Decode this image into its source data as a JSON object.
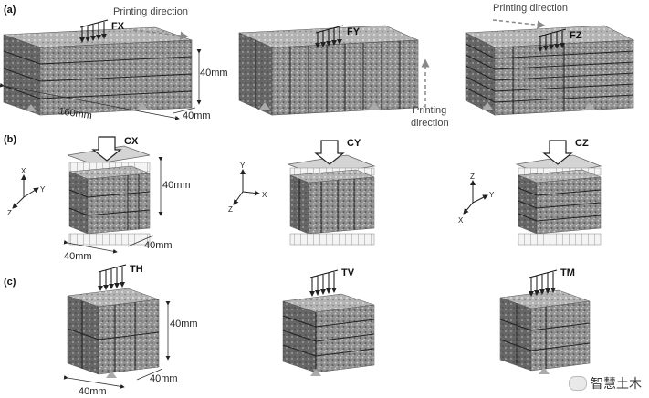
{
  "panels": {
    "a": "(a)",
    "b": "(b)",
    "c": "(c)"
  },
  "beams": [
    {
      "label": "FX",
      "direction_text": "Printing direction"
    },
    {
      "label": "FY",
      "direction_text": [
        "Printing",
        "direction"
      ]
    },
    {
      "label": "FZ",
      "direction_text": "Printing direction"
    }
  ],
  "beam_dims": {
    "length": "160mm",
    "height": "40mm",
    "width": "40mm"
  },
  "cubes_b": [
    "CX",
    "CY",
    "CZ"
  ],
  "cubes_c": [
    "TH",
    "TV",
    "TM"
  ],
  "cube_dims": {
    "side": "40mm"
  },
  "axes": [
    {
      "up": "X",
      "right": "Y",
      "diag": "Z"
    },
    {
      "up": "Y",
      "right": "X",
      "diag": "Z"
    },
    {
      "up": "Z",
      "right": "Y",
      "diag": "X"
    }
  ],
  "watermark": "智慧土木",
  "colors": {
    "specimen": "#8a8a8a",
    "specimen_top": "#b8b8b8",
    "specimen_side": "#5e5e5e",
    "platen": "#cfcfcf"
  }
}
